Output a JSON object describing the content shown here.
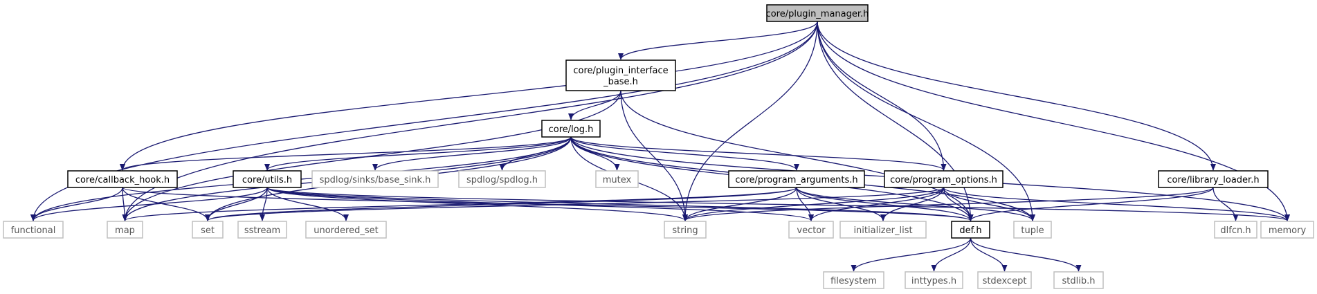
{
  "nodes": [
    {
      "id": "root",
      "label": "core/plugin_manager.h",
      "kind": "root"
    },
    {
      "id": "plugin_interface",
      "label": [
        "core/plugin_interface",
        "_base.h"
      ],
      "kind": "header"
    },
    {
      "id": "log",
      "label": "core/log.h",
      "kind": "header"
    },
    {
      "id": "callback_hook",
      "label": "core/callback_hook.h",
      "kind": "header"
    },
    {
      "id": "utils",
      "label": "core/utils.h",
      "kind": "header"
    },
    {
      "id": "base_sink",
      "label": "spdlog/sinks/base_sink.h",
      "kind": "system"
    },
    {
      "id": "spdlog",
      "label": "spdlog/spdlog.h",
      "kind": "system"
    },
    {
      "id": "mutex",
      "label": "mutex",
      "kind": "system"
    },
    {
      "id": "program_arguments",
      "label": "core/program_arguments.h",
      "kind": "header"
    },
    {
      "id": "program_options",
      "label": "core/program_options.h",
      "kind": "header"
    },
    {
      "id": "library_loader",
      "label": "core/library_loader.h",
      "kind": "header"
    },
    {
      "id": "functional",
      "label": "functional",
      "kind": "system"
    },
    {
      "id": "map",
      "label": "map",
      "kind": "system"
    },
    {
      "id": "set",
      "label": "set",
      "kind": "system"
    },
    {
      "id": "sstream",
      "label": "sstream",
      "kind": "system"
    },
    {
      "id": "unordered_set",
      "label": "unordered_set",
      "kind": "system"
    },
    {
      "id": "string",
      "label": "string",
      "kind": "system"
    },
    {
      "id": "vector",
      "label": "vector",
      "kind": "system"
    },
    {
      "id": "initializer_list",
      "label": "initializer_list",
      "kind": "system"
    },
    {
      "id": "def",
      "label": "def.h",
      "kind": "header"
    },
    {
      "id": "tuple",
      "label": "tuple",
      "kind": "system"
    },
    {
      "id": "dlfcn",
      "label": "dlfcn.h",
      "kind": "system"
    },
    {
      "id": "memory",
      "label": "memory",
      "kind": "system"
    },
    {
      "id": "filesystem",
      "label": "filesystem",
      "kind": "system"
    },
    {
      "id": "inttypes",
      "label": "inttypes.h",
      "kind": "system"
    },
    {
      "id": "stdexcept",
      "label": "stdexcept",
      "kind": "system"
    },
    {
      "id": "stdlib",
      "label": "stdlib.h",
      "kind": "system"
    }
  ],
  "edges": [
    [
      "root",
      "plugin_interface"
    ],
    [
      "root",
      "callback_hook"
    ],
    [
      "root",
      "program_options"
    ],
    [
      "root",
      "library_loader"
    ],
    [
      "root",
      "functional"
    ],
    [
      "root",
      "map"
    ],
    [
      "root",
      "string"
    ],
    [
      "root",
      "def"
    ],
    [
      "root",
      "tuple"
    ],
    [
      "root",
      "memory"
    ],
    [
      "plugin_interface",
      "log"
    ],
    [
      "plugin_interface",
      "map"
    ],
    [
      "plugin_interface",
      "string"
    ],
    [
      "plugin_interface",
      "def"
    ],
    [
      "log",
      "callback_hook"
    ],
    [
      "log",
      "utils"
    ],
    [
      "log",
      "base_sink"
    ],
    [
      "log",
      "spdlog"
    ],
    [
      "log",
      "mutex"
    ],
    [
      "log",
      "program_arguments"
    ],
    [
      "log",
      "program_options"
    ],
    [
      "log",
      "functional"
    ],
    [
      "log",
      "map"
    ],
    [
      "log",
      "set"
    ],
    [
      "log",
      "string"
    ],
    [
      "log",
      "def"
    ],
    [
      "log",
      "tuple"
    ],
    [
      "log",
      "memory"
    ],
    [
      "callback_hook",
      "functional"
    ],
    [
      "callback_hook",
      "map"
    ],
    [
      "callback_hook",
      "set"
    ],
    [
      "callback_hook",
      "def"
    ],
    [
      "utils",
      "functional"
    ],
    [
      "utils",
      "set"
    ],
    [
      "utils",
      "sstream"
    ],
    [
      "utils",
      "unordered_set"
    ],
    [
      "utils",
      "string"
    ],
    [
      "utils",
      "vector"
    ],
    [
      "utils",
      "def"
    ],
    [
      "utils",
      "memory"
    ],
    [
      "program_arguments",
      "map"
    ],
    [
      "program_arguments",
      "set"
    ],
    [
      "program_arguments",
      "string"
    ],
    [
      "program_arguments",
      "vector"
    ],
    [
      "program_arguments",
      "initializer_list"
    ],
    [
      "program_arguments",
      "def"
    ],
    [
      "program_arguments",
      "tuple"
    ],
    [
      "program_options",
      "set"
    ],
    [
      "program_options",
      "string"
    ],
    [
      "program_options",
      "vector"
    ],
    [
      "program_options",
      "initializer_list"
    ],
    [
      "program_options",
      "def"
    ],
    [
      "program_options",
      "tuple"
    ],
    [
      "program_options",
      "memory"
    ],
    [
      "library_loader",
      "string"
    ],
    [
      "library_loader",
      "def"
    ],
    [
      "library_loader",
      "dlfcn"
    ],
    [
      "def",
      "filesystem"
    ],
    [
      "def",
      "inttypes"
    ],
    [
      "def",
      "stdexcept"
    ],
    [
      "def",
      "stdlib"
    ]
  ],
  "colors": {
    "edge": "#191970",
    "root_fill": "#bfbfbf",
    "root_border": "#000000",
    "header_fill": "#ffffff",
    "header_border": "#000000",
    "system_fill": "#ffffff",
    "system_border": "#bfbfbf",
    "system_text": "#555555"
  }
}
